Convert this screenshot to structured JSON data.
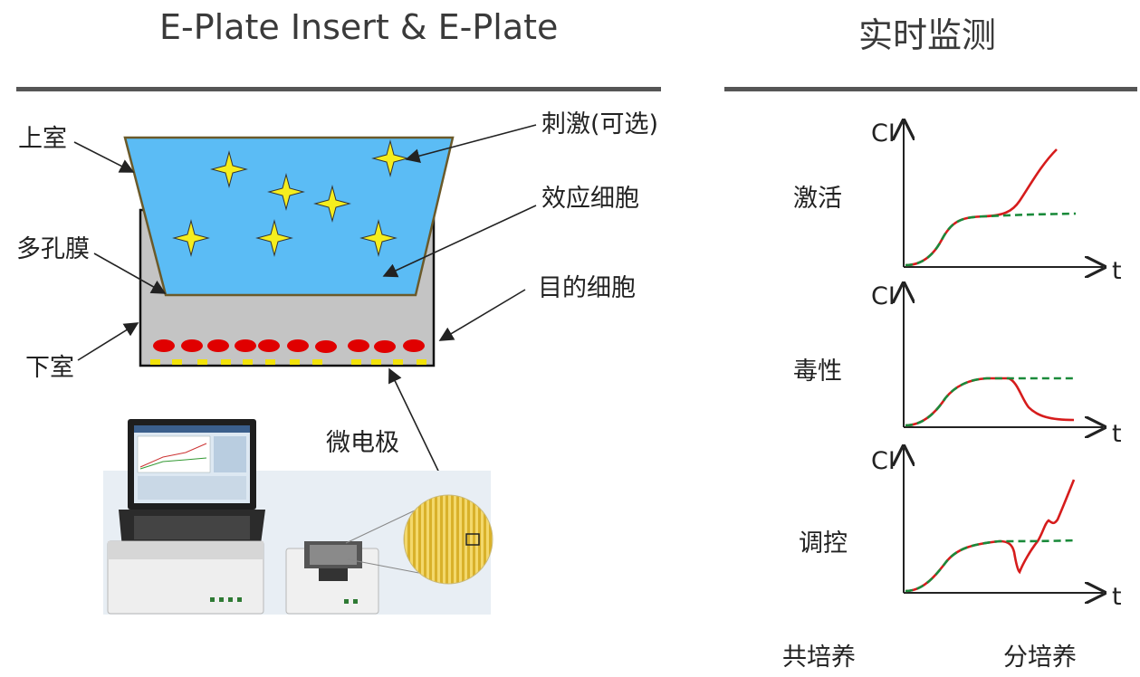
{
  "left_title": "E-Plate Insert & E-Plate",
  "right_title": "实时监测",
  "diagram_labels": {
    "upper_chamber": "上室",
    "membrane": "多孔膜",
    "lower_chamber": "下室",
    "stimulus": "刺激(可选)",
    "effector_cells": "效应细胞",
    "target_cells": "目的细胞",
    "microelectrode": "微电极"
  },
  "charts": [
    {
      "row_label": "激活",
      "y_axis": "CI",
      "x_axis": "t"
    },
    {
      "row_label": "毒性",
      "y_axis": "CI",
      "x_axis": "t"
    },
    {
      "row_label": "调控",
      "y_axis": "CI",
      "x_axis": "t"
    }
  ],
  "legend": {
    "co_culture": "共培养",
    "separate_culture": "分培养",
    "co_culture_color": "#d61c1c",
    "separate_culture_color": "#1a8a3a"
  },
  "colors": {
    "upper_chamber_fill": "#5bbcf5",
    "lower_chamber_fill": "#c4c4c4",
    "star": "#f5ee1e",
    "cells": "#e00000",
    "electrodes": "#f2e20a"
  }
}
